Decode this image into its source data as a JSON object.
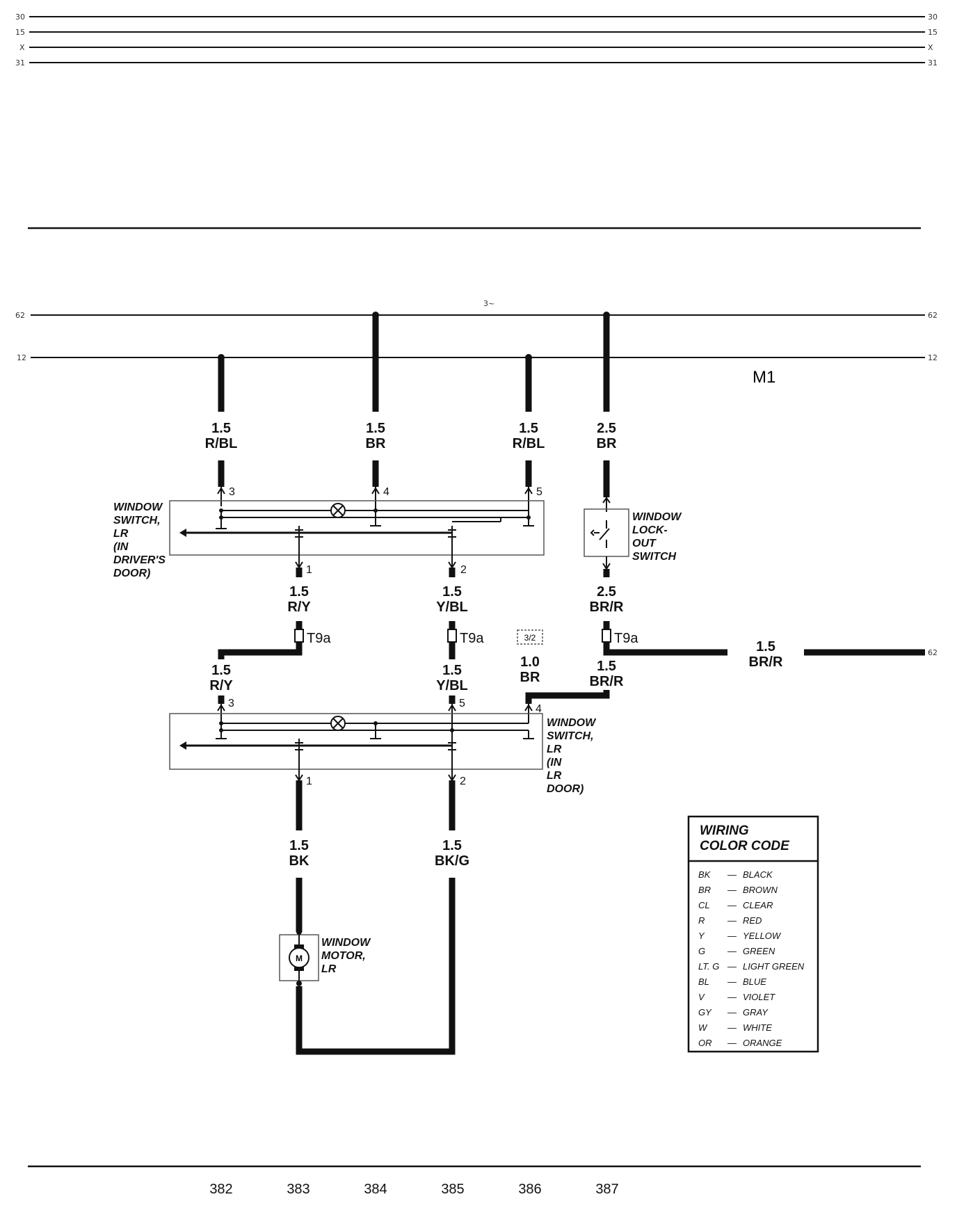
{
  "top_rails": [
    "30",
    "15",
    "X",
    "31"
  ],
  "middle_rails": {
    "upper": "62",
    "lower": "12"
  },
  "junction_label": "3~",
  "ground_label": "M1",
  "wires": {
    "w1": {
      "gauge": "1.5",
      "color": "R/BL"
    },
    "w2": {
      "gauge": "1.5",
      "color": "BR"
    },
    "w3": {
      "gauge": "1.5",
      "color": "R/BL"
    },
    "w4": {
      "gauge": "2.5",
      "color": "BR"
    },
    "w5": {
      "gauge": "1.5",
      "color": "R/Y"
    },
    "w6": {
      "gauge": "1.5",
      "color": "Y/BL"
    },
    "w7": {
      "gauge": "2.5",
      "color": "BR/R"
    },
    "w8": {
      "gauge": "1.5",
      "color": "BR/R"
    },
    "w9": {
      "gauge": "1.5",
      "color": "R/Y"
    },
    "w10": {
      "gauge": "1.5",
      "color": "Y/BL"
    },
    "w11": {
      "gauge": "1.0",
      "color": "BR"
    },
    "w12": {
      "gauge": "1.5",
      "color": "BR/R"
    },
    "w13": {
      "gauge": "1.5",
      "color": "BK"
    },
    "w14": {
      "gauge": "1.5",
      "color": "BK/G"
    }
  },
  "pins": {
    "s1_3": "3",
    "s1_4": "4",
    "s1_5": "5",
    "s1_1": "1",
    "s1_2": "2",
    "s2_3": "3",
    "s2_5": "5",
    "s2_4": "4",
    "s2_1": "1",
    "s2_2": "2"
  },
  "connector_label": "T9a",
  "small_box_label": "3/2",
  "components": {
    "driver_switch": [
      "WINDOW",
      "SWITCH,",
      "LR",
      "(IN",
      "DRIVER'S",
      "DOOR)"
    ],
    "lockout_switch": [
      "WINDOW",
      "LOCK-",
      "OUT",
      "SWITCH"
    ],
    "lr_switch": [
      "WINDOW",
      "SWITCH,",
      "LR",
      "(IN",
      "LR",
      "DOOR)"
    ],
    "motor": [
      "WINDOW",
      "MOTOR,",
      "LR"
    ],
    "motor_symbol": "M"
  },
  "legend": {
    "title_line1": "WIRING",
    "title_line2": "COLOR CODE",
    "entries": [
      {
        "code": "BK",
        "name": "BLACK"
      },
      {
        "code": "BR",
        "name": "BROWN"
      },
      {
        "code": "CL",
        "name": "CLEAR"
      },
      {
        "code": "R",
        "name": "RED"
      },
      {
        "code": "Y",
        "name": "YELLOW"
      },
      {
        "code": "G",
        "name": "GREEN"
      },
      {
        "code": "LT. G",
        "name": "LIGHT GREEN"
      },
      {
        "code": "BL",
        "name": "BLUE"
      },
      {
        "code": "V",
        "name": "VIOLET"
      },
      {
        "code": "GY",
        "name": "GRAY"
      },
      {
        "code": "W",
        "name": "WHITE"
      },
      {
        "code": "OR",
        "name": "ORANGE"
      }
    ]
  },
  "page_numbers": [
    "382",
    "383",
    "384",
    "385",
    "386",
    "387"
  ]
}
